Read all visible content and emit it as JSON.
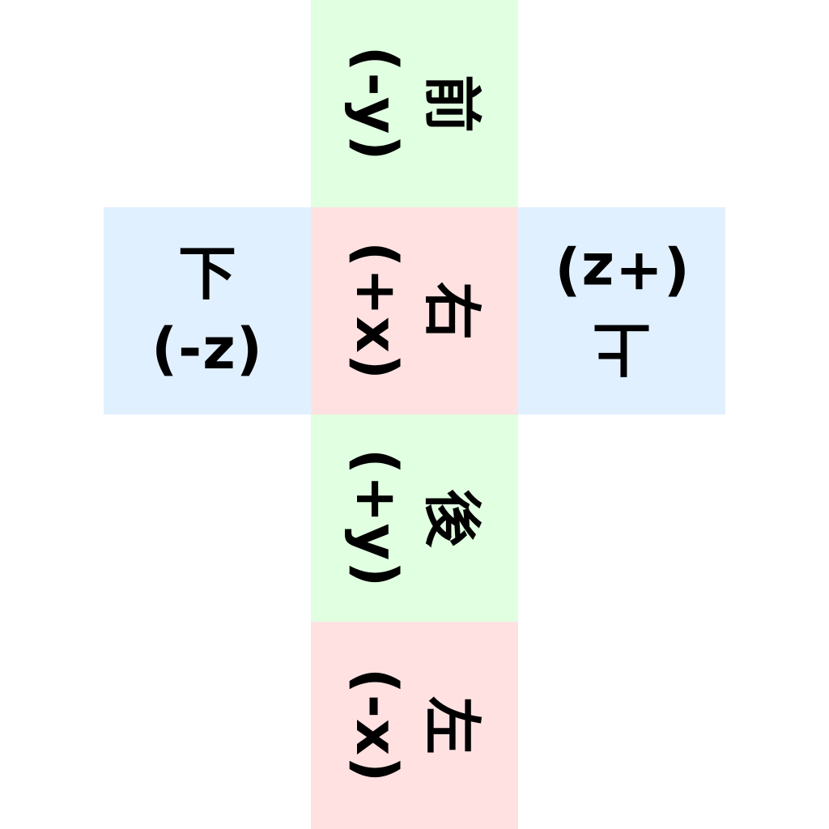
{
  "colors": {
    "x_axis_faces": "#ffe1e1",
    "y_axis_faces": "#e1ffe1",
    "z_axis_faces": "#e1f0ff",
    "text": "#000000",
    "background": "#ffffff"
  },
  "faces": {
    "front": {
      "name": "前",
      "axis": "(-y)",
      "orientation": "rotated-90-clockwise"
    },
    "bottom": {
      "name": "下",
      "axis": "(-z)",
      "orientation": "upright"
    },
    "right": {
      "name": "右",
      "axis": "(+x)",
      "orientation": "rotated-90-clockwise"
    },
    "top": {
      "name": "上",
      "axis": "(+z)",
      "orientation": "rotated-180"
    },
    "back": {
      "name": "後",
      "axis": "(+y)",
      "orientation": "rotated-90-clockwise"
    },
    "left": {
      "name": "左",
      "axis": "(-x)",
      "orientation": "rotated-90-clockwise"
    }
  }
}
